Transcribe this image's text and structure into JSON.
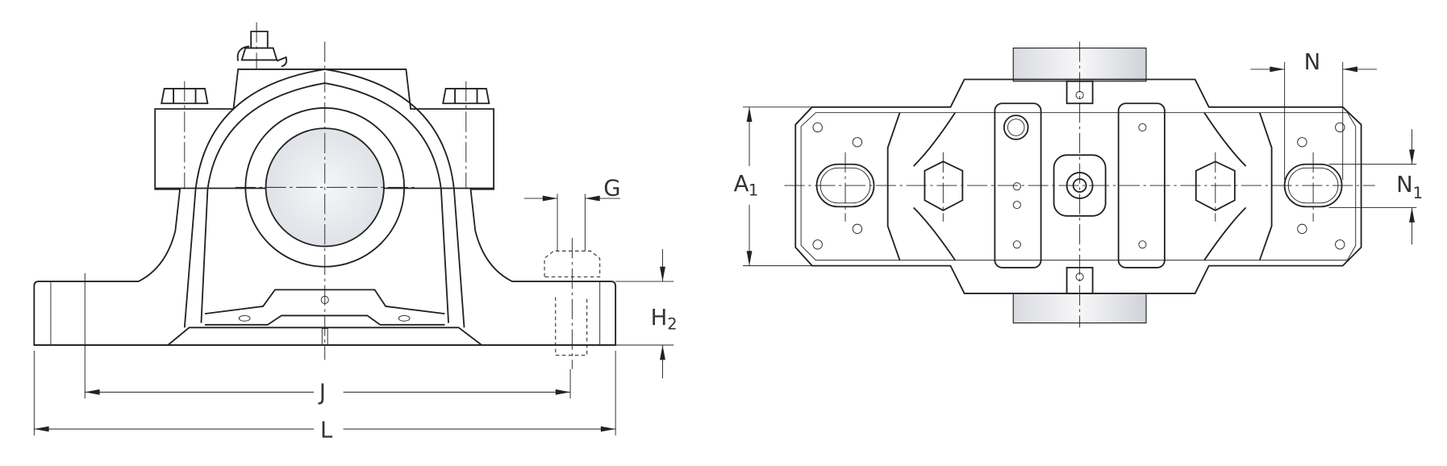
{
  "labels": {
    "G": "G",
    "H2_main": "H",
    "H2_sub": "2",
    "J": "J",
    "L": "L",
    "N": "N",
    "A1_main": "A",
    "A1_sub": "1",
    "N1_main": "N",
    "N1_sub": "1"
  },
  "colors": {
    "line": "#222222",
    "shaft": "#e6e8ec"
  }
}
